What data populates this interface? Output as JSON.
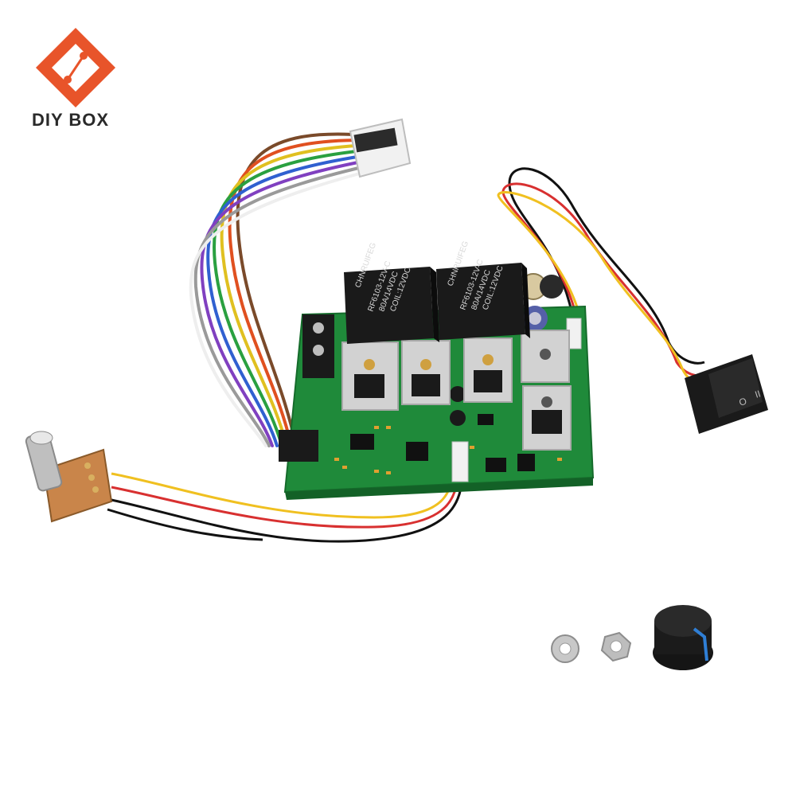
{
  "brand": {
    "name": "DIY BOX",
    "accent_color": "#e8542a"
  },
  "relays": [
    {
      "maker": "CHNRUIFEG",
      "model": "RF6103-12V-C",
      "rating": "80A/14VDC",
      "coil": "COIL:12VDC"
    },
    {
      "maker": "CHNRUIFEG",
      "model": "RF6103-12V-C",
      "rating": "80A/14VDC",
      "coil": "COIL:12VDC"
    }
  ],
  "switch": {
    "labels": [
      "O",
      "II"
    ]
  },
  "colors": {
    "pcb": "#1f8a3a",
    "relay_body": "#1a1a1a",
    "heatsink": "#cfcfcf",
    "knob": "#1b1b1b",
    "knob_indicator": "#2f7fd6"
  },
  "objects": [
    "pcb-board",
    "relay",
    "heatsink",
    "ribbon-cable",
    "potentiometer",
    "rocker-switch",
    "knob",
    "nut",
    "washer"
  ]
}
